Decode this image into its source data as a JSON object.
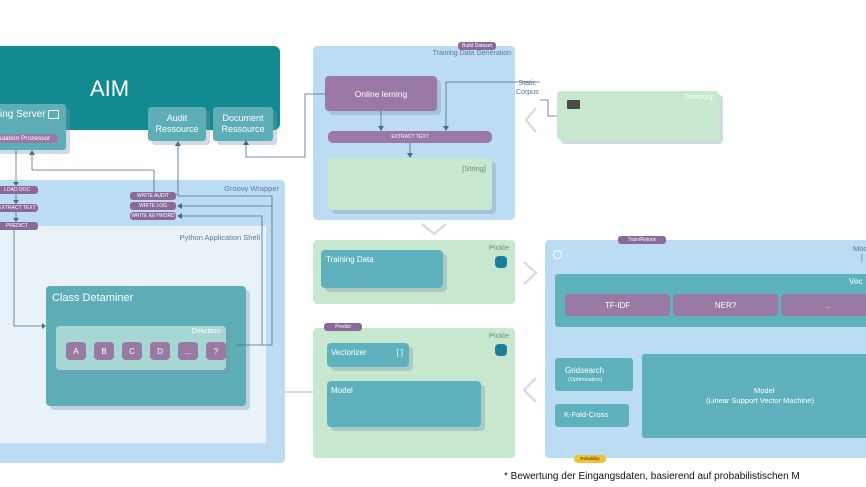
{
  "aim": {
    "title": "AIM"
  },
  "left": {
    "server_label": "ing Server",
    "processor_label": "ulation Prozessor",
    "audit": "Audit\nRessource",
    "document": "Document\nRessource",
    "actions": [
      "LOAD DOC",
      "EXTRACT TEXT",
      "PREDICT"
    ],
    "write_actions": [
      "WRITE AUDIT",
      "WRITE LOG",
      "WRITE KEYWORD"
    ],
    "groovy": "Groovy Wrapper",
    "python_shell": "Python Application Shell",
    "class_determiner": "Class Detaminer",
    "dokclass": "Dokclass",
    "classes": [
      "A",
      "B",
      "C",
      "D",
      "...",
      "?"
    ]
  },
  "training": {
    "badge": "Build Dataset",
    "title": "Training Data Generation",
    "online_learning": "Online lerning",
    "extract_text": "EXTRACT TEXT",
    "string_label": "[String]",
    "static_corpus": "Static\nCorpus",
    "directory": "Directory"
  },
  "pickle_top": {
    "label": "Pickle",
    "training_data": "Training Data"
  },
  "pickle_bottom": {
    "badge": "Predict",
    "label": "Pickle",
    "vectorizer": "Vectorizer",
    "vectorizer_bracket": "[ ]",
    "model": "Model"
  },
  "right": {
    "badge": "Train/Retrain",
    "mod_label": "Mod",
    "mod_label2": "[",
    "vec_label": "Vec",
    "features": [
      "TF-IDF",
      "NER?",
      ".."
    ],
    "gridsearch": "Gridsearch",
    "gridsearch_sub": "(Optimization)",
    "kfold": "K-Fold-Cross",
    "model": "Model",
    "model_sub": "(Linear Support Vector Machine)",
    "reliability": "Reliability"
  },
  "footnote": "* Bewertung der Eingangsdaten, basierend auf probabilistischen M",
  "colors": {
    "teal_dark": "#138a8f",
    "teal": "#5daeb6",
    "purple": "#9a7aa4",
    "blue_panel": "#bcdcf4",
    "green_panel": "#c7e7cf"
  },
  "icons": [
    "briefcase-icon",
    "folder-icon",
    "database-icon",
    "cycle-icon",
    "chevron-left-icon",
    "chevron-down-icon"
  ]
}
